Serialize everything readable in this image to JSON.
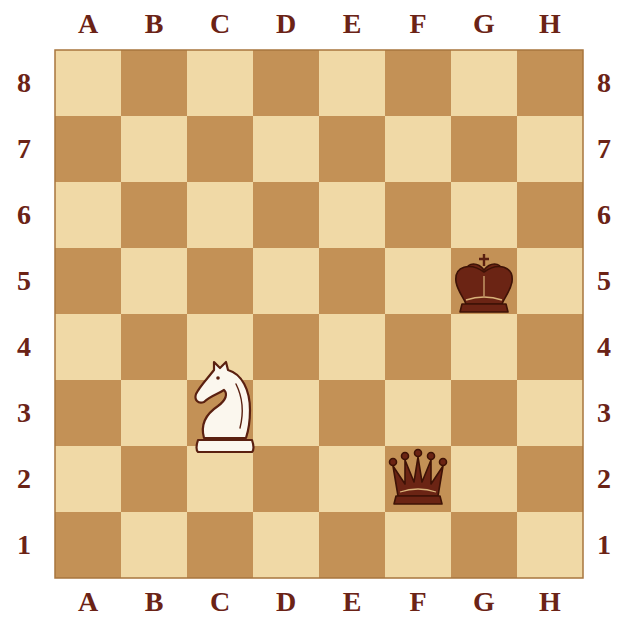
{
  "diagram": {
    "labels": [
      "A",
      "B",
      "C",
      "D",
      "E",
      "F",
      "G",
      "H",
      "8",
      "8",
      "7",
      "7",
      "6",
      "6",
      "5",
      "5",
      "4",
      "4",
      "3",
      "3",
      "2",
      "2",
      "1",
      "1",
      "A",
      "B",
      "C",
      "D",
      "E",
      "F",
      "G",
      "H"
    ]
  }
}
